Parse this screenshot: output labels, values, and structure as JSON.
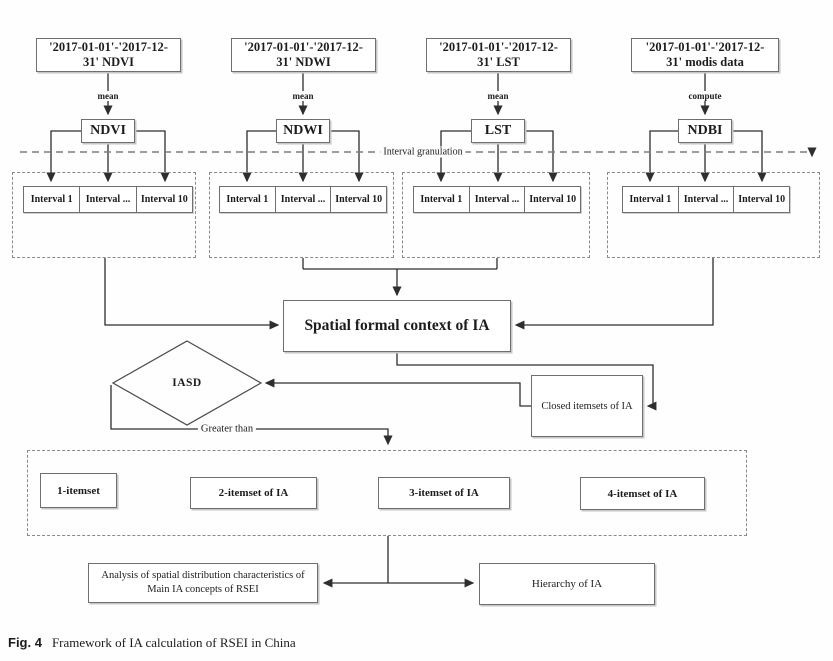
{
  "figure": {
    "caption_label": "Fig. 4",
    "caption_text": "Framework of IA calculation of RSEI in China"
  },
  "colors": {
    "line": "#2e2e2e",
    "box_border": "#6f6f6f",
    "dashed_border": "#8a8a8a",
    "background": "#fefefe"
  },
  "columns": [
    {
      "source": "'2017-01-01'-'2017-12-31' NDVI",
      "operation": "mean",
      "index": "NDVI",
      "intervals": [
        "Interval 1",
        "Interval ...",
        "Interval 10"
      ]
    },
    {
      "source": "'2017-01-01'-'2017-12-31' NDWI",
      "operation": "mean",
      "index": "NDWI",
      "intervals": [
        "Interval 1",
        "Interval ...",
        "Interval 10"
      ]
    },
    {
      "source": "'2017-01-01'-'2017-12-31' LST",
      "operation": "mean",
      "index": "LST",
      "intervals": [
        "Interval 1",
        "Interval ...",
        "Interval 10"
      ]
    },
    {
      "source": "'2017-01-01'-'2017-12-31' modis data",
      "operation": "compute",
      "index": "NDBI",
      "intervals": [
        "Interval 1",
        "Interval ...",
        "Interval 10"
      ]
    }
  ],
  "labels": {
    "interval_granulation": "Interval granulation",
    "greater_than": "Greater than"
  },
  "nodes": {
    "spatial_context": "Spatial formal context of IA",
    "iasd": "IASD",
    "closed_itemsets": "Closed itemsets of IA",
    "itemsets": [
      "1-itemset",
      "2-itemset of IA",
      "3-itemset of IA",
      "4-itemset of IA"
    ],
    "analysis": "Analysis of spatial distribution characteristics of Main IA concepts of RSEI",
    "hierarchy": "Hierarchy of IA"
  }
}
